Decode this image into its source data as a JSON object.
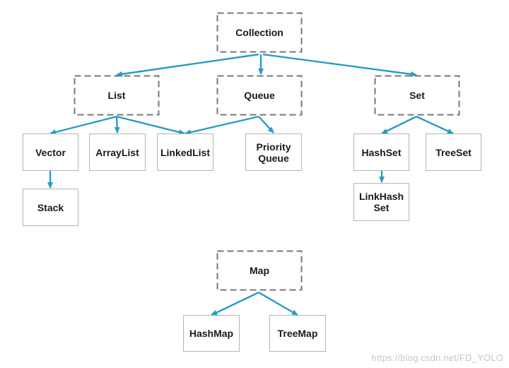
{
  "diagram": {
    "colors": {
      "arrow": "#2a9bc4",
      "dashed_border": "#777777",
      "box_border": "#b5b5b5"
    },
    "nodes": {
      "collection": "Collection",
      "list": "List",
      "queue": "Queue",
      "set": "Set",
      "vector": "Vector",
      "arraylist": "ArrayList",
      "linkedlist": "LinkedList",
      "priority_queue": "Priority\nQueue",
      "hashset": "HashSet",
      "treeset": "TreeSet",
      "stack": "Stack",
      "linkhashset": "LinkHash\nSet",
      "map": "Map",
      "hashmap": "HashMap",
      "treemap": "TreeMap"
    },
    "edges": [
      [
        "collection",
        "list"
      ],
      [
        "collection",
        "queue"
      ],
      [
        "collection",
        "set"
      ],
      [
        "list",
        "vector"
      ],
      [
        "list",
        "arraylist"
      ],
      [
        "list",
        "linkedlist"
      ],
      [
        "queue",
        "linkedlist"
      ],
      [
        "queue",
        "priority_queue"
      ],
      [
        "set",
        "hashset"
      ],
      [
        "set",
        "treeset"
      ],
      [
        "vector",
        "stack"
      ],
      [
        "hashset",
        "linkhashset"
      ],
      [
        "map",
        "hashmap"
      ],
      [
        "map",
        "treemap"
      ]
    ]
  },
  "watermark": "https://blog.csdn.net/FD_YOLO"
}
